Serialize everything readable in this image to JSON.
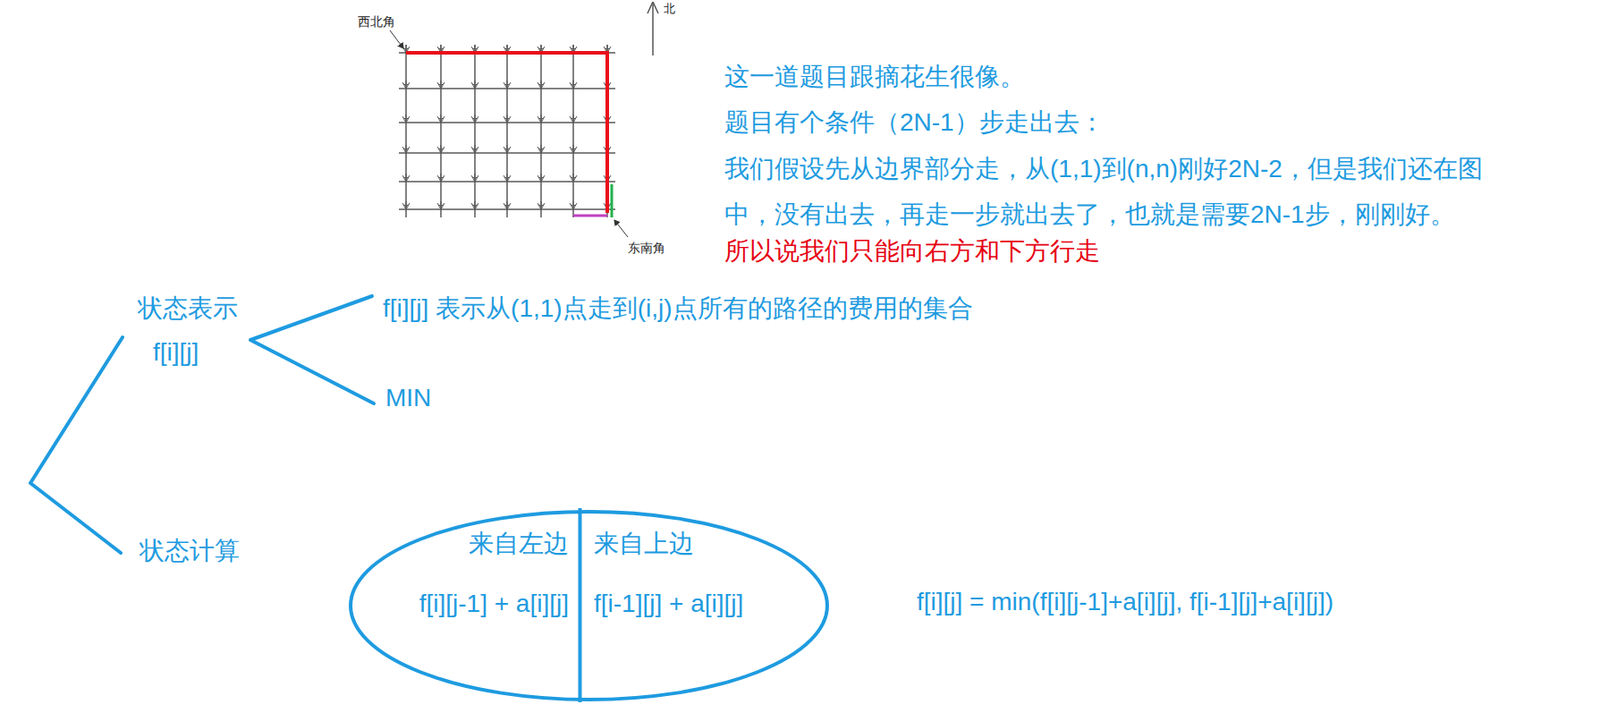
{
  "diagram": {
    "nodes": [
      {
        "text": [
          "来自左边",
          "来自上边",
          "f[i][j-1] + a[i][j]",
          "f[i-1][j] + a[i][j]"
        ]
      }
    ],
    "labels": [
      "北",
      "西北角",
      "东南角",
      "这一道题目跟摘花生很像。",
      "题目有个条件（2N-1）步走出去：",
      "我们假设先从边界部分走，从(1,1)到(n,n)刚好2N-2，但是我们还在图 中，没有出去，再走一步就出去了，也就是需要2N-1步，刚刚好。",
      "所以说我们只能向右方和下方行走",
      "状态表示",
      "f[i][j]",
      "f[i][j] 表示从(1,1)点走到(i,j)点所有的路径的费用的集合",
      "MIN",
      "状态计算",
      "f[i][j] = min(f[i][j-1]+a[i][j], f[i-1][j]+a[i][j])"
    ]
  }
}
